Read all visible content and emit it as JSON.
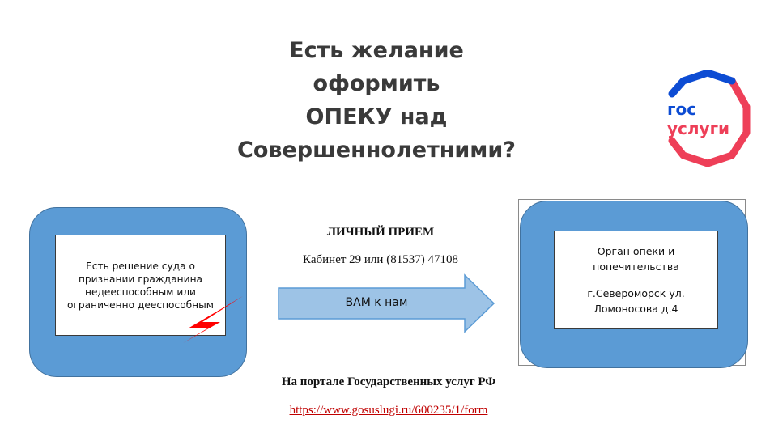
{
  "title": {
    "line1": "Есть желание",
    "line2": "оформить",
    "line3": "ОПЕКУ над",
    "line4": "Совершеннолетними?"
  },
  "logo": {
    "line1": "гос",
    "line2": "услуги",
    "colors": {
      "blue": "#0d4cd3",
      "red": "#ee3f58"
    }
  },
  "left_box": {
    "text": "Есть решение суда о признании гражданина недееспособным или ограниченно дееспособным"
  },
  "center": {
    "heading": "ЛИЧНЫЙ ПРИЕМ",
    "phone": "Кабинет 29 или (81537) 47108",
    "arrow_label": "ВАМ к нам"
  },
  "right_box": {
    "org_name": "Орган опеки и попечительства",
    "address": "г.Североморск ул. Ломоносова д.4"
  },
  "portal": {
    "label": "На портале Государственных услуг РФ",
    "url": "https://www.gosuslugi.ru/600235/1/form"
  },
  "colors": {
    "box_blue": "#5b9bd5",
    "arrow_fill": "#9dc3e6",
    "bolt_red": "#ff0000",
    "link_red": "#c00000"
  }
}
